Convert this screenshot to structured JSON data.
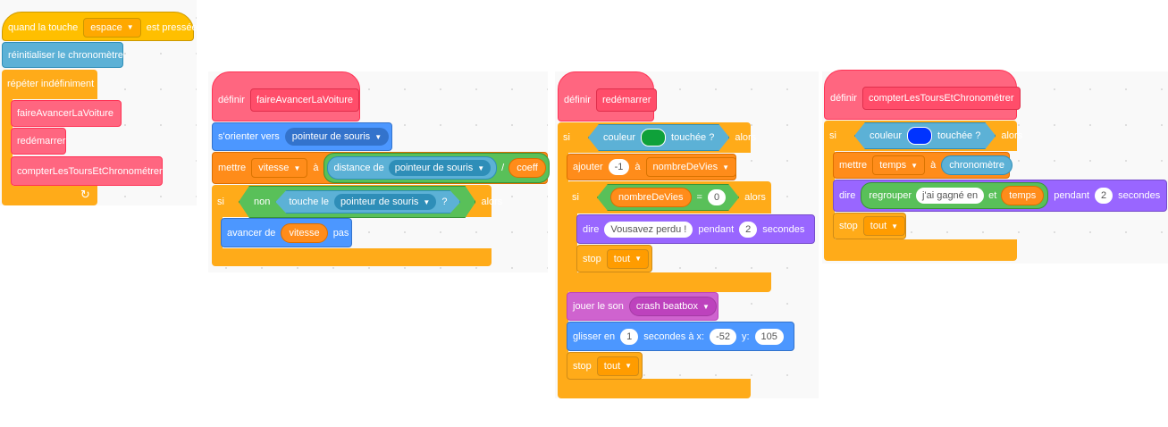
{
  "colors": {
    "event": "#ffbf00",
    "sensing": "#5cb1d6",
    "control": "#ffab19",
    "myblocks": "#ff6680",
    "motion": "#4c97ff",
    "variables": "#ff8c1a",
    "operators": "#59c059",
    "looks": "#9966ff",
    "sound": "#cf63cf",
    "green_swatch": "#0fa13a",
    "blue_swatch": "#0033ff"
  },
  "icons": {
    "loop_arrow": "loop-arrow-icon",
    "dropdown": "dropdown-caret-icon"
  },
  "script1": {
    "hat_prefix": "quand la touche",
    "hat_key": "espace",
    "hat_suffix": "est pressée",
    "reset": "réinitialiser le chronomètre",
    "forever": "répéter indéfiniment",
    "call1": "faireAvancerLaVoiture",
    "call2": "redémarrer",
    "call3": "compterLesToursEtChronométrer",
    "arrow": "↻"
  },
  "script2": {
    "define": "définir",
    "proc": "faireAvancerLaVoiture",
    "point_towards": "s'orienter vers",
    "point_target": "pointeur de souris",
    "set": "mettre",
    "set_var": "vitesse",
    "to": "à",
    "distance": "distance de",
    "distance_target": "pointeur de souris",
    "divide": "/",
    "coeff": "coeff",
    "if": "si",
    "not": "non",
    "touching": "touche le",
    "touching_target": "pointeur de souris",
    "q": "?",
    "then": "alors",
    "move": "avancer de",
    "move_var": "vitesse",
    "steps": "pas"
  },
  "script3": {
    "define": "définir",
    "proc": "redémarrer",
    "if": "si",
    "color": "couleur",
    "touched": "touchée ?",
    "then": "alors",
    "change": "ajouter",
    "change_val": "-1",
    "to": "à",
    "change_var": "nombreDeVies",
    "if2": "si",
    "lives": "nombreDeVies",
    "eq": "=",
    "zero": "0",
    "then2": "alors",
    "say": "dire",
    "say_text": "Vousavez perdu !",
    "for": "pendant",
    "secs_val": "2",
    "secs": "secondes",
    "stop1": "stop",
    "stop1_opt": "tout",
    "play": "jouer le son",
    "sound": "crash beatbox",
    "glide": "glisser en",
    "glide_val": "1",
    "glide_secs": "secondes à x:",
    "x_val": "-52",
    "y": "y:",
    "y_val": "105",
    "stop2": "stop",
    "stop2_opt": "tout"
  },
  "script4": {
    "define": "définir",
    "proc": "compterLesToursEtChronométrer",
    "if": "si",
    "color": "couleur",
    "touched": "touchée ?",
    "then": "alors",
    "set": "mettre",
    "set_var": "temps",
    "to": "à",
    "timer": "chronomètre",
    "say": "dire",
    "join": "regrouper",
    "join_text": "j'ai gagné en",
    "and": "et",
    "join_var": "temps",
    "for": "pendant",
    "secs_val": "2",
    "secs": "secondes",
    "stop": "stop",
    "stop_opt": "tout"
  }
}
